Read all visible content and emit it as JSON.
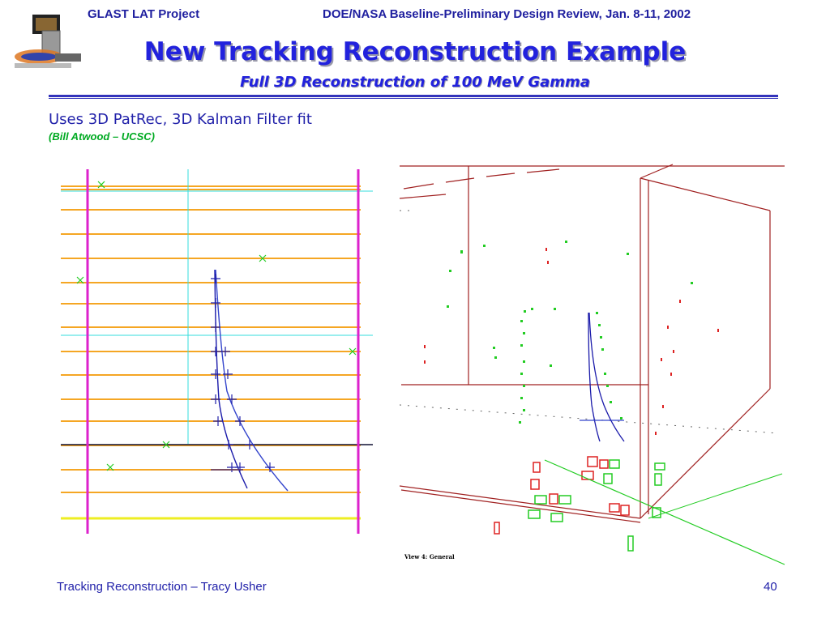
{
  "header": {
    "project": "GLAST LAT Project",
    "review": "DOE/NASA Baseline-Preliminary Design Review, Jan. 8-11, 2002"
  },
  "slide": {
    "title": "New Tracking Reconstruction Example",
    "subtitle": "Full 3D Reconstruction of 100 MeV Gamma",
    "lead": "Uses 3D PatRec, 3D Kalman Filter fit",
    "credit": "(Bill Atwood – UCSC)"
  },
  "figure": {
    "right_view_label": "View 4: General"
  },
  "footer": {
    "text": "Tracking Reconstruction – Tracy Usher",
    "page": "40"
  },
  "colors": {
    "title_blue": "#2222dd",
    "credit_green": "#00aa22",
    "tray_orange": "#f5a623",
    "tower_magenta": "#dd22cc",
    "hit_green": "#22cc22",
    "track_blue": "#1a1aaa",
    "box_red": "#a02020"
  }
}
